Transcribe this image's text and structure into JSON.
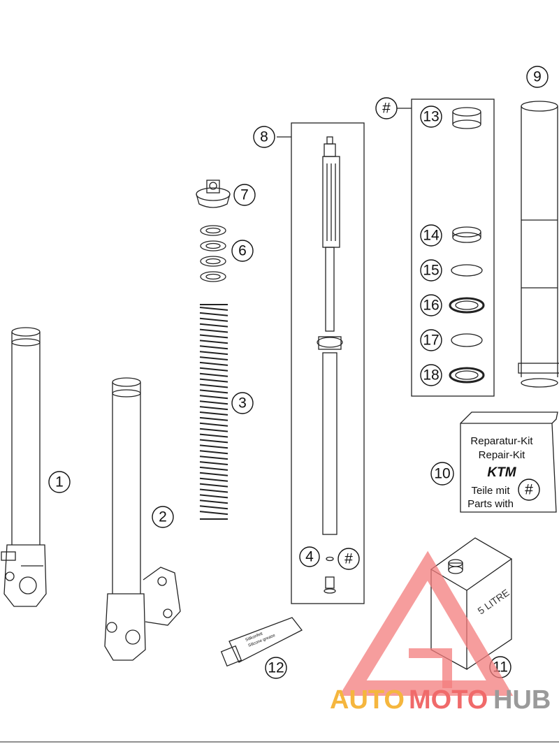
{
  "callouts": {
    "c1": "1",
    "c2": "2",
    "c3": "3",
    "c4": "4",
    "c6": "6",
    "c7": "7",
    "c8": "8",
    "c9": "9",
    "c10": "10",
    "c11": "11",
    "c12": "12",
    "c13": "13",
    "c14": "14",
    "c15": "15",
    "c16": "16",
    "c17": "17",
    "c18": "18",
    "hash_kit": "#",
    "hash_four": "#",
    "hash_box": "#"
  },
  "repair_kit": {
    "line1": "Reparatur-Kit",
    "line2": "Repair-Kit",
    "brand": "KTM",
    "line3": "Teile mit",
    "line4": "Parts with"
  },
  "oil_can": {
    "label": "5 LITRE"
  },
  "grease_tube": {
    "line1": "Silikonfett",
    "line2": "Silicone grease"
  },
  "watermark": {
    "auto": "AUTO",
    "moto": "MOTO",
    "hub": "HUB"
  },
  "colors": {
    "ink": "#111111",
    "watermark_orange": "#f5b63e",
    "watermark_red": "#f06a6a",
    "watermark_gray": "#9a9a9a"
  }
}
